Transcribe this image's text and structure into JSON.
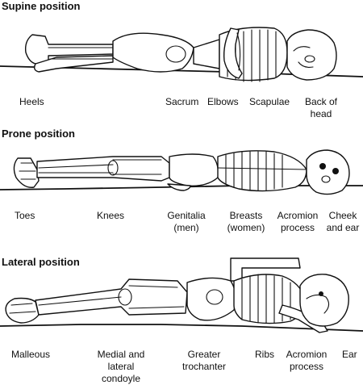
{
  "sections": [
    {
      "title": "Supine position",
      "labels": [
        "Heels",
        "Sacrum",
        "Elbows",
        "Scapulae",
        "Back of head"
      ]
    },
    {
      "title": "Prone position",
      "labels": [
        "Toes",
        "Knees",
        "Genitalia (men)",
        "Breasts (women)",
        "Acromion process",
        "Cheek and ear"
      ]
    },
    {
      "title": "Lateral position",
      "labels": [
        "Malleous",
        "Medial and lateral condoyle",
        "Greater trochanter",
        "Ribs",
        "Acromion process",
        "Ear"
      ]
    }
  ]
}
